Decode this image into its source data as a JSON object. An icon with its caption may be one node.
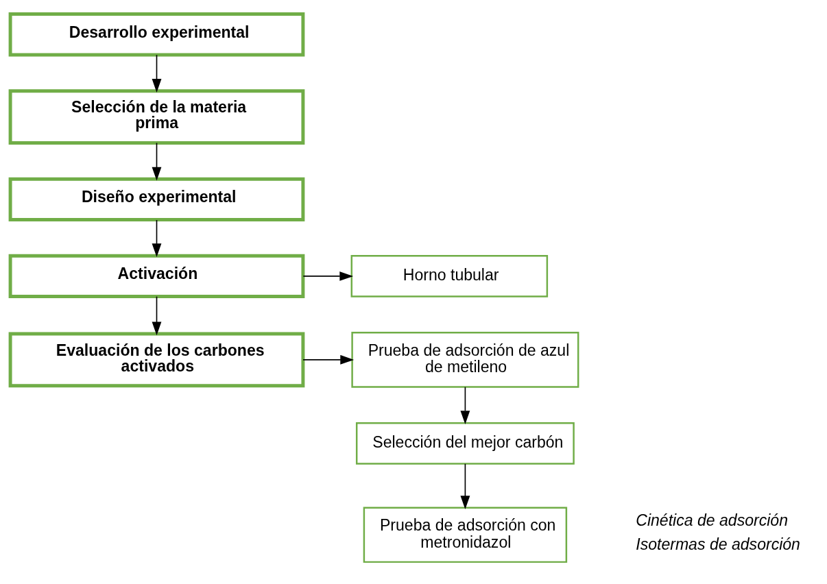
{
  "diagram": {
    "nodes": [
      {
        "text": [
          "Desarrollo experimental"
        ]
      },
      {
        "text": [
          "Selección de la materia prima"
        ]
      },
      {
        "text": [
          "Diseño experimental"
        ]
      },
      {
        "text": [
          "Activación"
        ]
      },
      {
        "text": [
          "Horno tubular"
        ]
      },
      {
        "text": [
          "Evaluación de los carbones activados"
        ]
      },
      {
        "text": [
          "Prueba de adsorción de azul de metileno"
        ]
      },
      {
        "text": [
          "Selección del mejor carbón"
        ]
      },
      {
        "text": [
          "Prueba de adsorción con metronidazol"
        ]
      }
    ],
    "edges": [
      {
        "from": 0,
        "to": 1,
        "arrow": "to"
      },
      {
        "from": 1,
        "to": 2,
        "arrow": "to"
      },
      {
        "from": 2,
        "to": 3,
        "arrow": "to"
      },
      {
        "from": 3,
        "to": 4,
        "arrow": "to"
      },
      {
        "from": 3,
        "to": 5,
        "arrow": "to"
      },
      {
        "from": 5,
        "to": 6,
        "arrow": "to"
      },
      {
        "from": 6,
        "to": 7,
        "arrow": "to"
      },
      {
        "from": 7,
        "to": 8,
        "arrow": "to"
      }
    ],
    "labels": [
      "Cinética de adsorción",
      "Isotermas de adsorción"
    ]
  }
}
